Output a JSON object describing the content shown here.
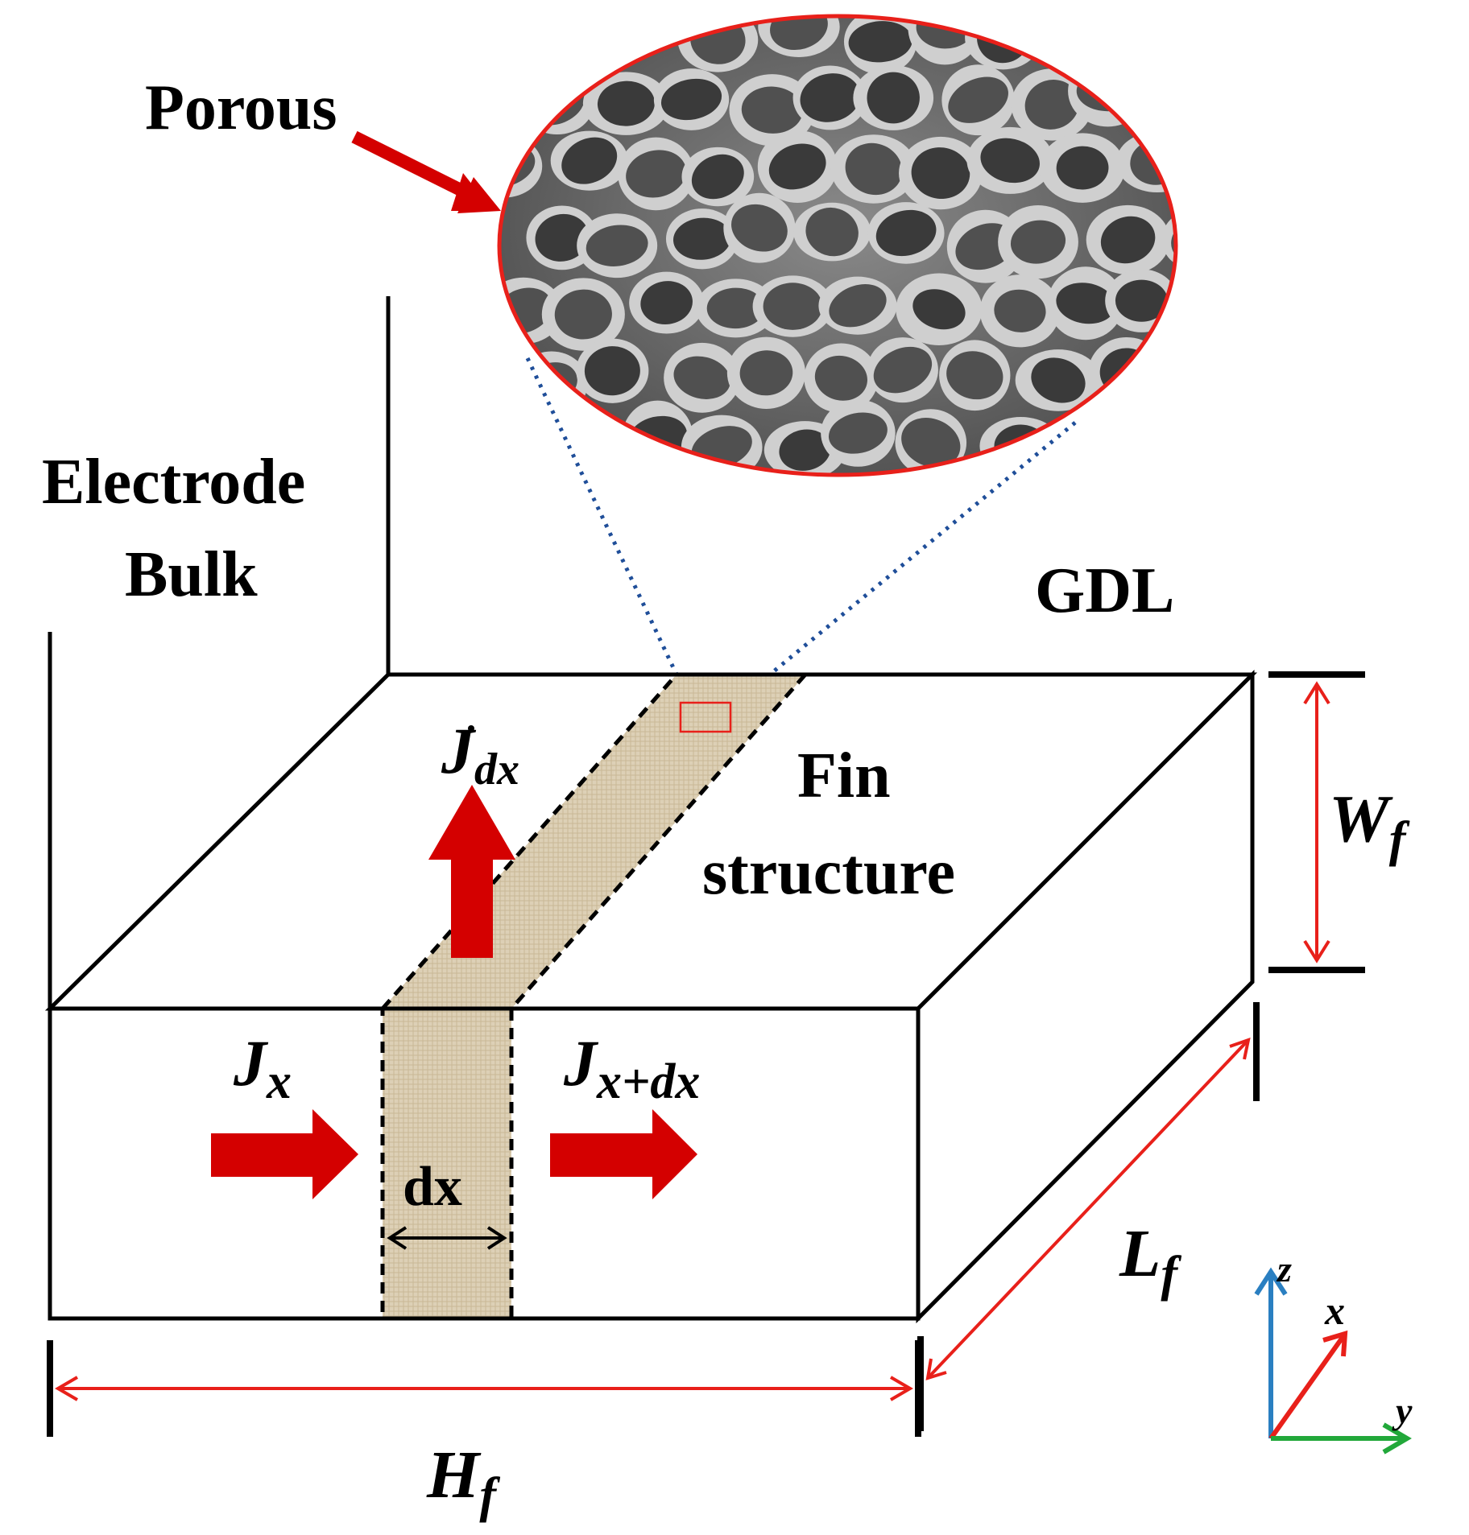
{
  "labels": {
    "porous": "Porous",
    "electrode_line1": "Electrode",
    "electrode_line2": "Bulk",
    "gdl": "GDL",
    "fin_line1": "Fin",
    "fin_line2": "structure",
    "dx": "dx"
  },
  "symbols": {
    "jdx_main": "J",
    "jdx_sub": "dx",
    "jx_main": "J",
    "jx_sub": "x",
    "jxdx_main": "J",
    "jxdx_sub": "x+dx",
    "wf_main": "W",
    "wf_sub": "f",
    "lf_main": "L",
    "lf_sub": "f",
    "hf_main": "H",
    "hf_sub": "f"
  },
  "axes": {
    "z": "z",
    "x": "x",
    "y": "y"
  },
  "colors": {
    "arrow_red": "#d40000",
    "dim_red": "#e8201a",
    "dotted_blue": "#1f4e99",
    "slice_fill": "#ddd0b6",
    "axis_z": "#2a7fc1",
    "axis_x": "#e8201a",
    "axis_y": "#22a83a",
    "pore_bg": "#6e6e6e"
  },
  "icons": {
    "micrograph": "porous-foam-micrograph-icon"
  }
}
